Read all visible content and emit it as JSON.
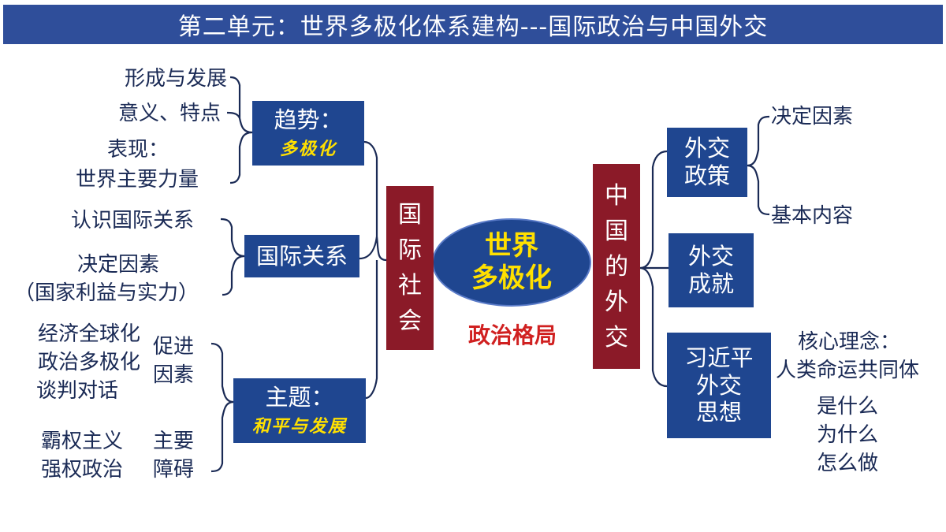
{
  "title": "第二单元：世界多极化体系建构---国际政治与中国外交",
  "center": {
    "line1": "世界",
    "line2": "多极化",
    "subtitle": "政治格局"
  },
  "left_branch": {
    "hub_chars": [
      "国",
      "际",
      "社",
      "会"
    ],
    "trend": {
      "label": "趋势：",
      "highlight": "多极化",
      "details": [
        "形成与发展",
        "意义、特点",
        "表现：",
        "世界主要力量"
      ]
    },
    "relations": {
      "label": "国际关系",
      "details": [
        "认识国际关系",
        "决定因素",
        "（国家利益与实力）"
      ]
    },
    "theme": {
      "label": "主题：",
      "highlight": "和平与发展",
      "promote_label": [
        "促进",
        "因素"
      ],
      "promote_items": [
        "经济全球化",
        "政治多极化",
        "谈判对话"
      ],
      "obstacle_label": [
        "主要",
        "障碍"
      ],
      "obstacle_items": [
        "霸权主义",
        "强权政治"
      ]
    }
  },
  "right_branch": {
    "hub_chars": [
      "中",
      "国",
      "的",
      "外",
      "交"
    ],
    "policy": {
      "lines": [
        "外交",
        "政策"
      ],
      "details": [
        "决定因素",
        "基本内容"
      ]
    },
    "achievement": {
      "lines": [
        "外交",
        "成就"
      ]
    },
    "thought": {
      "lines": [
        "习近平",
        "外交",
        "思想"
      ],
      "core_label": "核心理念：",
      "core_value": "人类命运共同体",
      "questions": [
        "是什么",
        "为什么",
        "怎么做"
      ]
    }
  },
  "colors": {
    "title_bg": "#2F4E9A",
    "box_blue": "#1F4690",
    "box_red": "#8B1A28",
    "highlight": "#FFE000",
    "subtitle_red": "#D02020"
  }
}
